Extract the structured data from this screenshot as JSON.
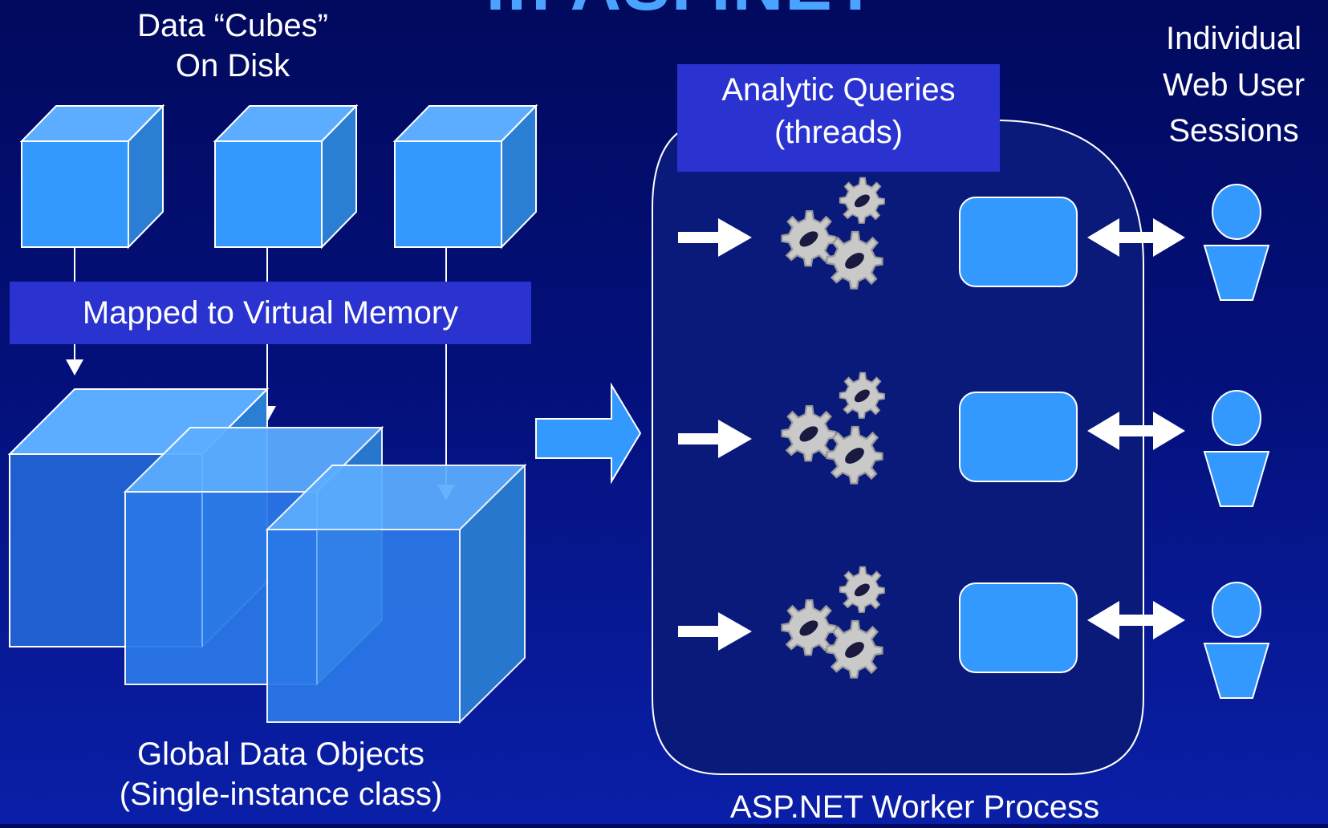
{
  "slide_title": "in ASP.NET",
  "labels": {
    "data_cubes": "Data “Cubes”",
    "on_disk": "On Disk",
    "mapped": "Mapped to Virtual Memory",
    "global_line1": "Global Data Objects",
    "global_line2": "(Single-instance class)",
    "analytic_line1": "Analytic Queries",
    "analytic_line2": "(threads)",
    "individual_line1": "Individual",
    "individual_line2": "Web User",
    "individual_line3": "Sessions",
    "worker_process": "ASP.NET Worker Process"
  },
  "icons": {
    "gear": "gear-cluster-icon",
    "user": "user-icon",
    "arrow": "arrow-right-icon",
    "double_arrow": "double-arrow-icon"
  },
  "colors": {
    "cube_front": "#3399ff",
    "cube_side": "#2a7fd4",
    "cube_top": "#5cadff",
    "label_box": "#2a33d0",
    "session_box": "#3399ff"
  }
}
